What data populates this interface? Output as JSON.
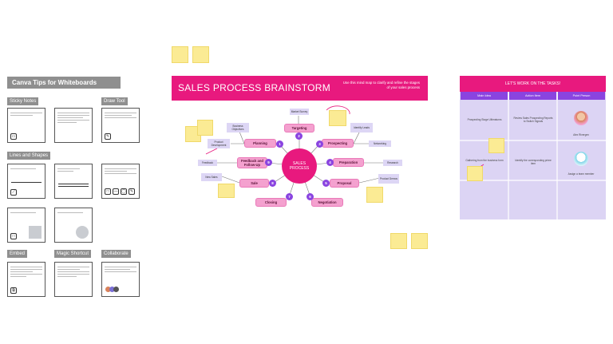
{
  "tips": {
    "title": "Canva Tips for Whiteboards",
    "sections": {
      "sticky_notes": "Sticky Notes",
      "draw_tool": "Draw Tool",
      "lines_and_shapes": "Lines and Shapes",
      "embed": "Embed",
      "magic_shortcut": "Magic Shortcut",
      "collaborate": "Collaborate"
    }
  },
  "mindmap": {
    "title": "SALES PROCESS BRAINSTORM",
    "subtitle": "Use this mind map to clarify and refine the stages of your sales process",
    "center": "SALES\nPROCESS",
    "stages": {
      "s1": "Planning",
      "s2": "Targeting",
      "s3": "Prospecting",
      "s4": "Preparation",
      "s5": "Proposal",
      "s6": "Negotiation",
      "s7": "Closing",
      "s8": "Sale",
      "s9": "Feedback and Follow-Up"
    },
    "numbers": [
      "1",
      "2",
      "3",
      "4",
      "5",
      "6",
      "7",
      "8",
      "9"
    ],
    "notes": {
      "market_survey": "Market Survey",
      "identify_leads": "Identify Leads",
      "networking": "Networking",
      "research": "Research",
      "product_demos": "Product Demos",
      "business_objectives": "Business Objectives",
      "product_development": "Product Development",
      "feedback": "Feedback",
      "new_sales": "New Sales"
    }
  },
  "taskboard": {
    "title": "LET'S WORK ON THE TASKS!",
    "columns": [
      "Main Idea",
      "Action Item",
      "Point Person"
    ],
    "rows": [
      {
        "idea": "Prospecting Stage Ultimatums",
        "action": "Review Sales Prospecting Reports to Switch Signals",
        "person": "Alex Rivergen"
      },
      {
        "idea": "Gathering from the business form",
        "action": "Identify the corresponding prime item",
        "person": "Assign a team member"
      }
    ]
  },
  "colors": {
    "accent": "#e8197e",
    "purple": "#8a44e0",
    "lavender": "#dcd4f4",
    "sticky": "#fbeb94"
  }
}
